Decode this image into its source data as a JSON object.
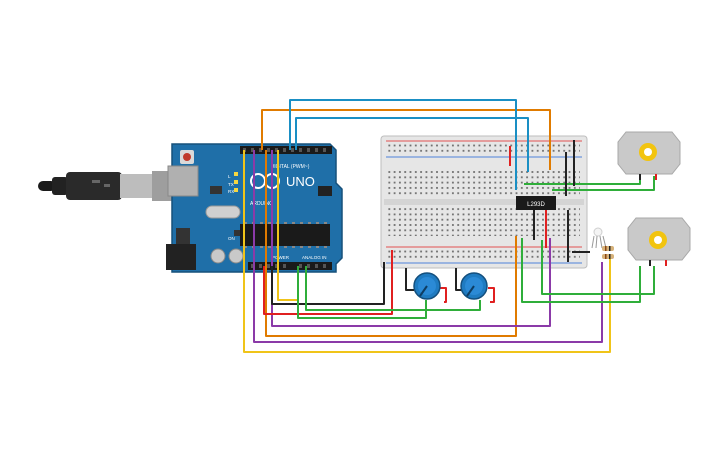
{
  "arduino": {
    "logo_text": "UNO",
    "brand_text": "ARDUINO",
    "digital_header": "DIGITAL (PWM~)",
    "power_header": "POWER",
    "analog_header": "ANALOG IN",
    "tx_label": "TX",
    "rx_label": "RX",
    "on_label": "ON",
    "l_label": "L"
  },
  "breadboard": {
    "ic_label": "L293D"
  },
  "colors": {
    "board_blue": "#1f6fa8",
    "wire_orange": "#e07b00",
    "wire_blue": "#1a8fc4",
    "wire_yellow": "#f0c419",
    "wire_purple": "#8b3aa8",
    "wire_red": "#e02020",
    "wire_green": "#2fae3a",
    "wire_black": "#222222",
    "pot_blue": "#1f7bc1",
    "motor_gray": "#c9c9c9",
    "motor_gear": "#f2c40f"
  },
  "icons": {
    "usb": "usb-cable-icon",
    "motor": "dc-motor-icon",
    "pot": "potentiometer-icon",
    "led": "rgb-led-icon",
    "resistor": "resistor-icon"
  }
}
